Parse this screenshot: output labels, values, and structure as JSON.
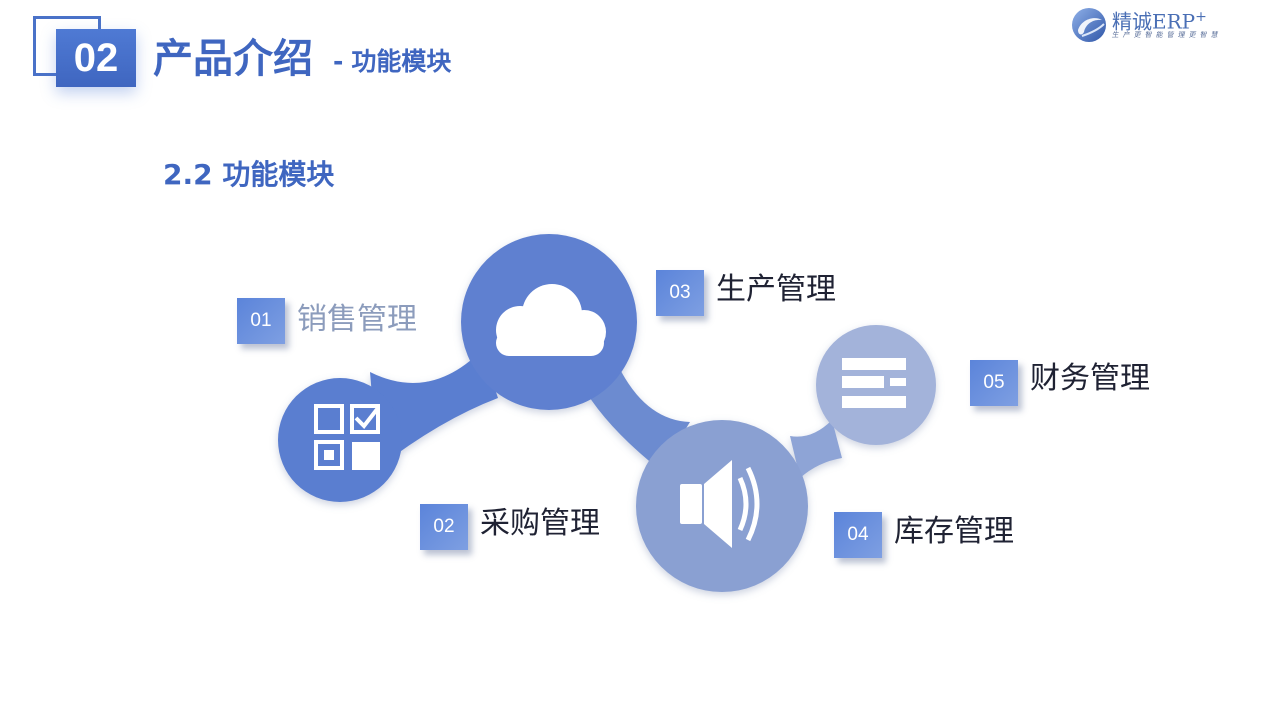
{
  "header": {
    "number": "02",
    "title": "产品介绍",
    "dash": "-",
    "subtitle": "功能模块"
  },
  "logo": {
    "name": "精诚ERP",
    "superscript": "+",
    "tagline": "生产更智能管理更智慧"
  },
  "section_title": "2.2 功能模块",
  "modules": [
    {
      "number": "01",
      "label": "销售管理",
      "icon": "qr-check-icon"
    },
    {
      "number": "02",
      "label": "采购管理",
      "icon": "cloud-icon"
    },
    {
      "number": "03",
      "label": "生产管理",
      "icon": "speaker-icon"
    },
    {
      "number": "04",
      "label": "库存管理",
      "icon": "speaker-icon"
    },
    {
      "number": "05",
      "label": "财务管理",
      "icon": "list-lines-icon"
    }
  ],
  "colors": {
    "primary": "#3f66c0",
    "circle_dark": "#5a7fd0",
    "circle_light": "#a4b5dc"
  }
}
